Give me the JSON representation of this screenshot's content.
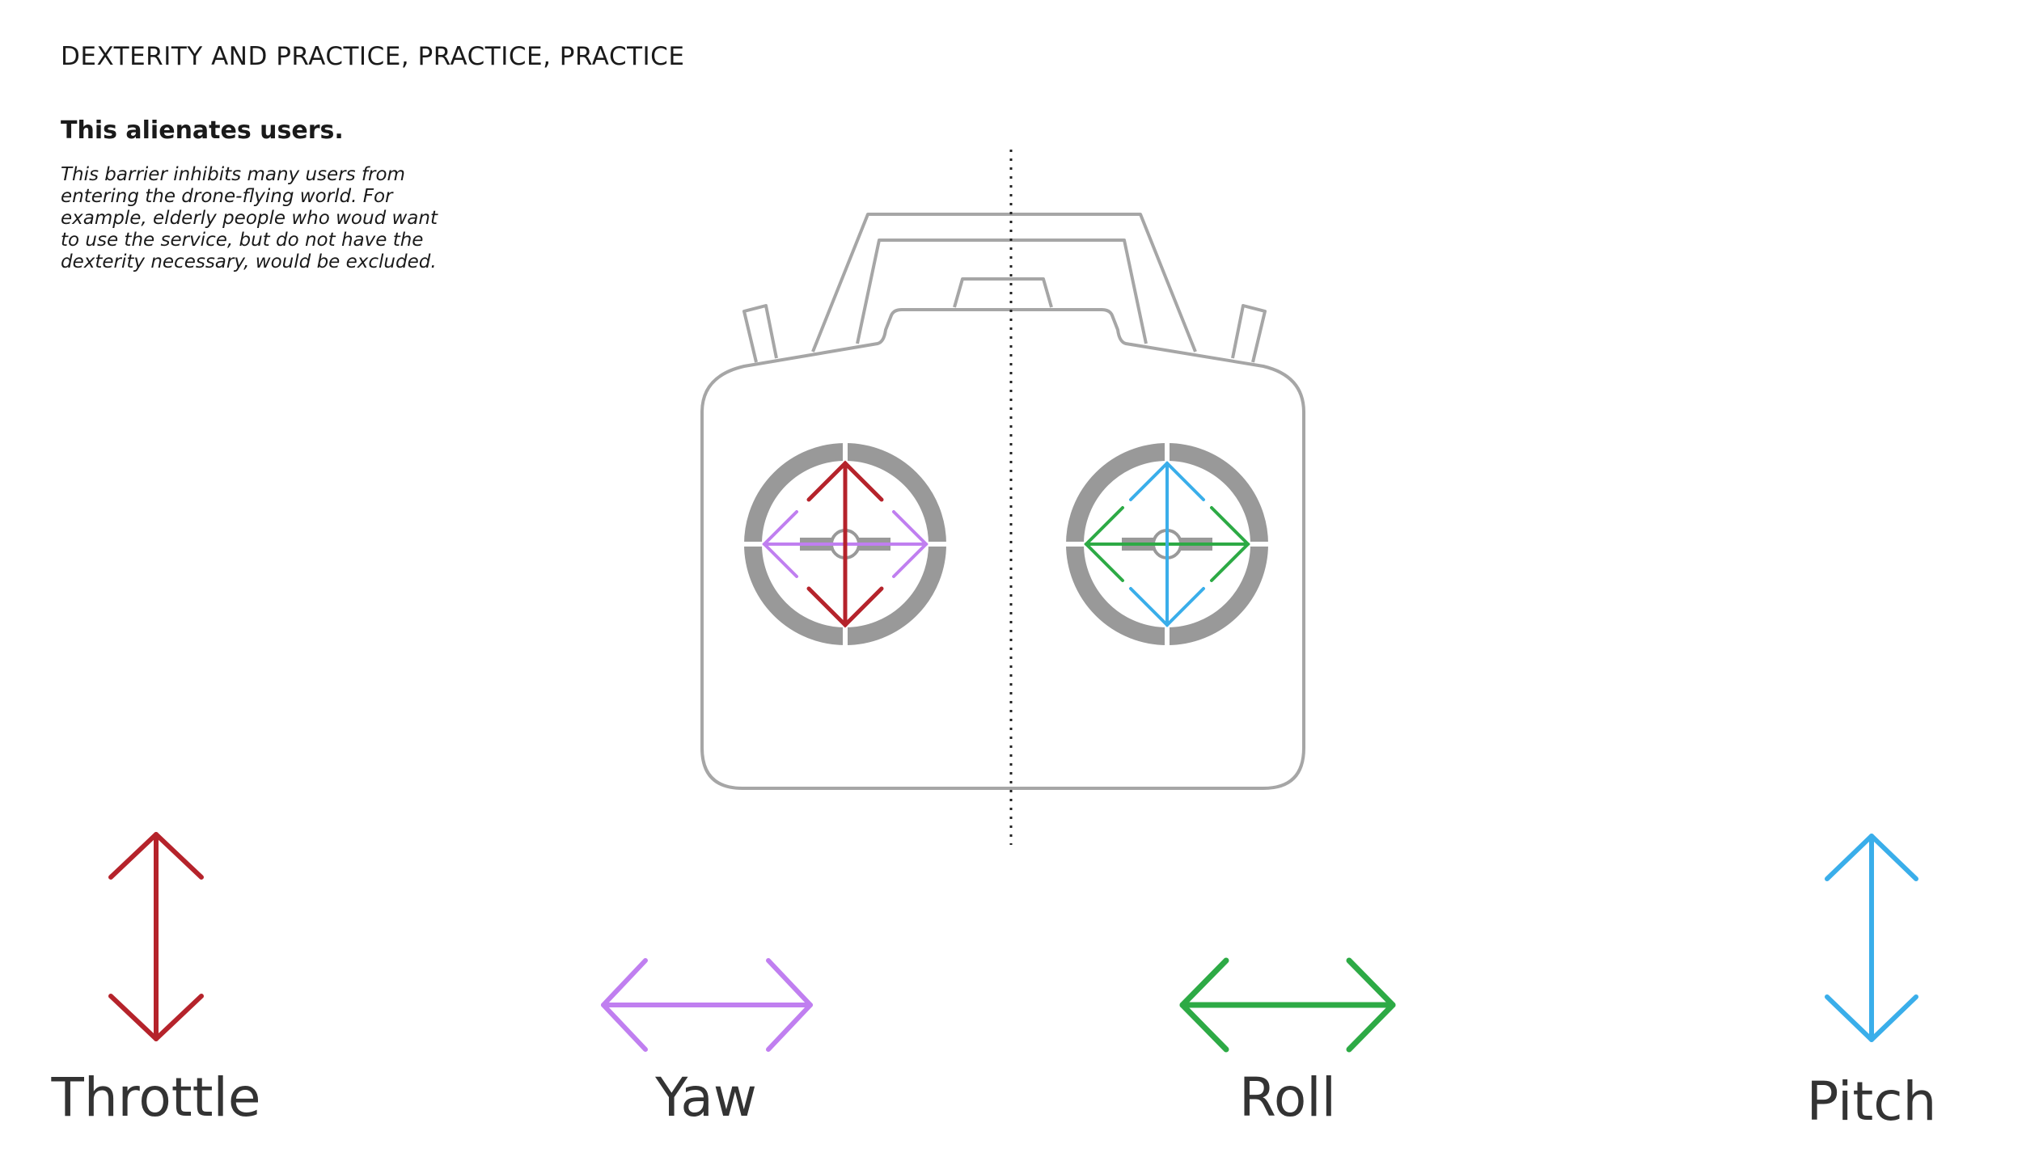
{
  "title": "DEXTERITY AND PRACTICE, PRACTICE, PRACTICE",
  "subheading": "This alienates users.",
  "body": "This barrier inhibits many users from entering the drone-flying world. For example, elderly people who woud want to use the service, but do not have the dexterity necessary, would be excluded.",
  "controls": [
    {
      "label": "Throttle",
      "color": "#b5232b",
      "direction": "vertical",
      "stick": "left"
    },
    {
      "label": "Yaw",
      "color": "#c07ff0",
      "direction": "horizontal",
      "stick": "left"
    },
    {
      "label": "Roll",
      "color": "#2daa45",
      "direction": "horizontal",
      "stick": "right"
    },
    {
      "label": "Pitch",
      "color": "#3aaeea",
      "direction": "vertical",
      "stick": "right"
    }
  ],
  "colors": {
    "controller_outline": "#a6a6a6",
    "gimbal_ring": "#999999",
    "divider": "#222222",
    "text": "#1a1a1a"
  }
}
